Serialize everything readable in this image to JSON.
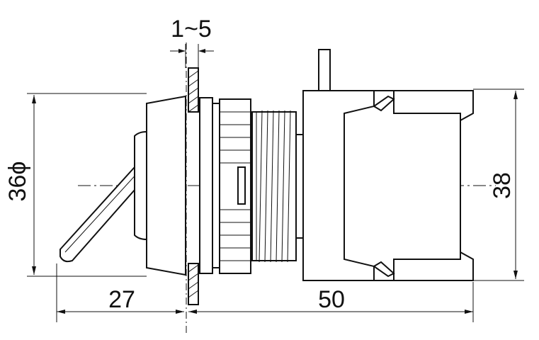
{
  "dimensions": {
    "panel_thickness": "1~5",
    "front_diameter": "36ϕ",
    "front_depth": "27",
    "rear_depth": "50",
    "body_height": "38"
  },
  "colors": {
    "line": "#111111",
    "background": "#ffffff"
  }
}
